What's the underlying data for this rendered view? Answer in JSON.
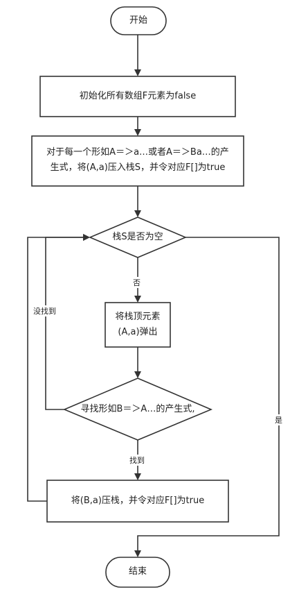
{
  "nodes": {
    "start": "开始",
    "init": "初始化所有数组F元素为false",
    "process_line1": "对于每一个形如A＝＞a…或者A＝＞Ba…的产",
    "process_line2": "生式，将(A,a)压入栈S，并令对应F[]为true",
    "decision_empty": "栈S是否为空",
    "pop_line1": "将栈顶元素",
    "pop_line2": "(A,a)弹出",
    "decision_find": "寻找形如B＝＞A…的产生式,",
    "push": "将(B,a)压栈，并令对应F[]为true",
    "end": "结束"
  },
  "edges": {
    "no": "否",
    "not_found": "没找到",
    "yes": "是",
    "found": "找到"
  }
}
